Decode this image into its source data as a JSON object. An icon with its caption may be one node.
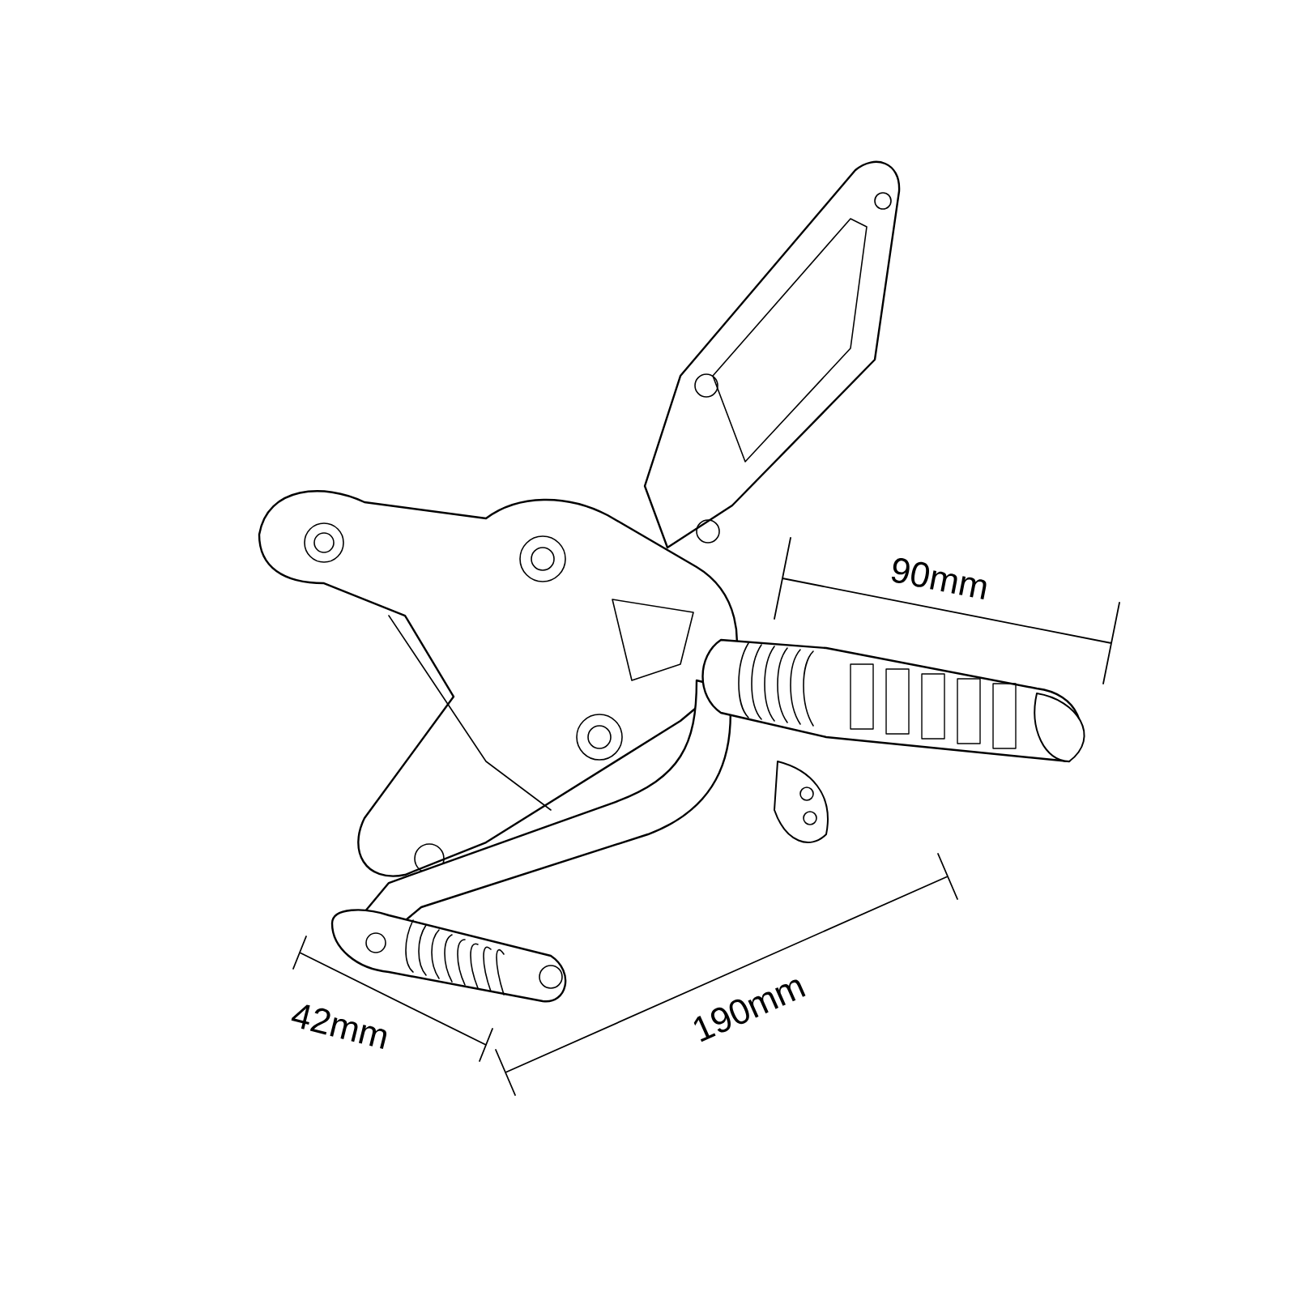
{
  "diagram": {
    "labels": [
      "90mm",
      "190mm",
      "42mm"
    ]
  }
}
